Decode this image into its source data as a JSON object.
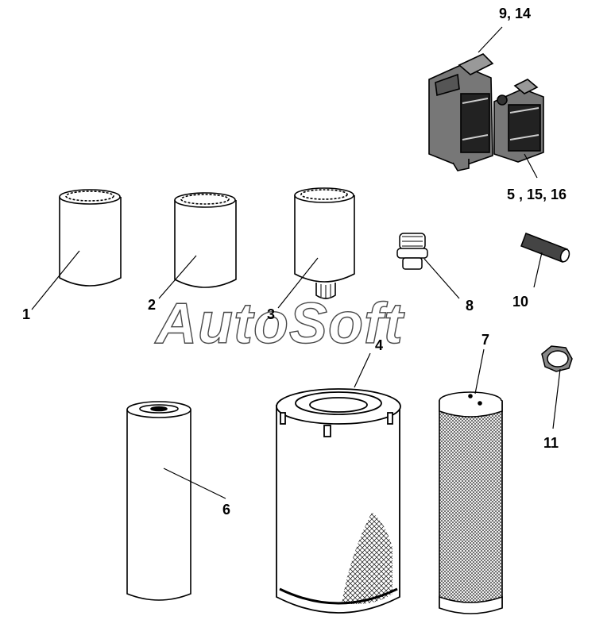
{
  "watermark": "AutoSoft",
  "callouts": {
    "c1": "1",
    "c2": "2",
    "c3": "3",
    "c4": "4",
    "c5": "5 , 15, 16",
    "c6": "6",
    "c7": "7",
    "c8": "8",
    "c9": "9, 14",
    "c10": "10",
    "c11": "11"
  },
  "icons": [
    "oil-filter-icon",
    "fuel-filter-icon",
    "water-separator-filter-icon",
    "air-filter-primary-icon",
    "air-filter-safety-icon",
    "hydraulic-filter-icon",
    "oil-canister-icon",
    "breather-cap-icon",
    "pin-icon",
    "plug-nut-icon"
  ]
}
